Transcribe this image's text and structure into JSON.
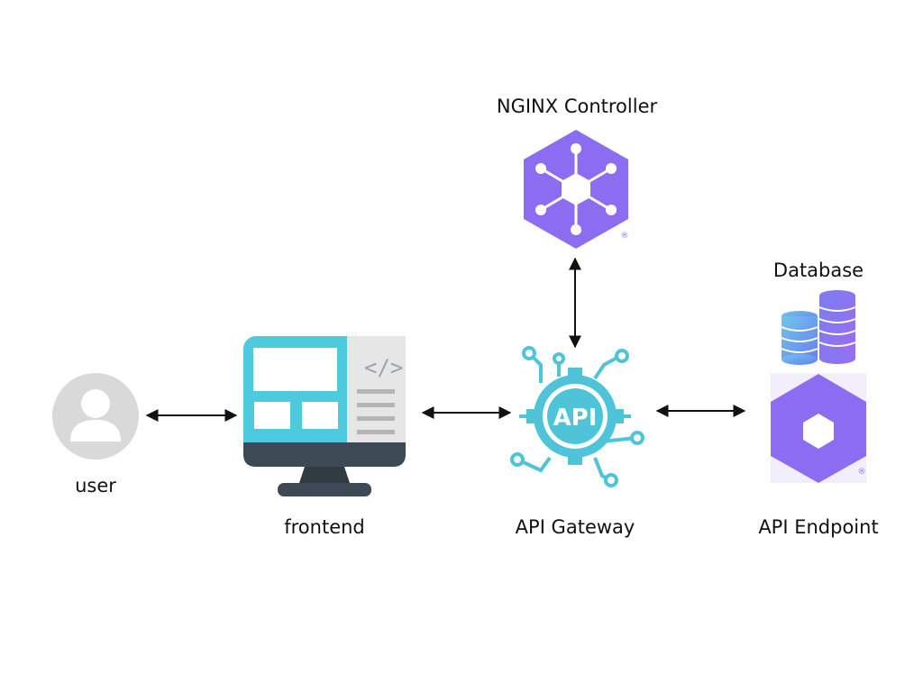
{
  "nodes": {
    "user": {
      "label": "user",
      "icon": "user-avatar-icon"
    },
    "frontend": {
      "label": "frontend",
      "icon": "desktop-monitor-icon"
    },
    "api_gateway": {
      "label": "API Gateway",
      "icon": "api-gear-icon"
    },
    "api_endpoint": {
      "label": "API Endpoint",
      "icon": "hexagon-endpoint-icon"
    },
    "nginx_controller": {
      "label": "NGINX Controller",
      "icon": "hexagon-network-icon"
    },
    "database": {
      "label": "Database",
      "icon": "database-stack-icon"
    }
  },
  "edges": [
    {
      "from": "user",
      "to": "frontend",
      "direction": "bidirectional"
    },
    {
      "from": "frontend",
      "to": "api_gateway",
      "direction": "bidirectional"
    },
    {
      "from": "api_gateway",
      "to": "api_endpoint",
      "direction": "bidirectional"
    },
    {
      "from": "api_gateway",
      "to": "nginx_controller",
      "direction": "bidirectional"
    }
  ],
  "colors": {
    "purple": "#8c6cf0",
    "cyan": "#4fc4d9",
    "monitor_teal": "#4ecadf",
    "monitor_dark": "#3d4a55",
    "user_gray": "#d9d9d9",
    "database_blue": "#5fb6e8"
  }
}
